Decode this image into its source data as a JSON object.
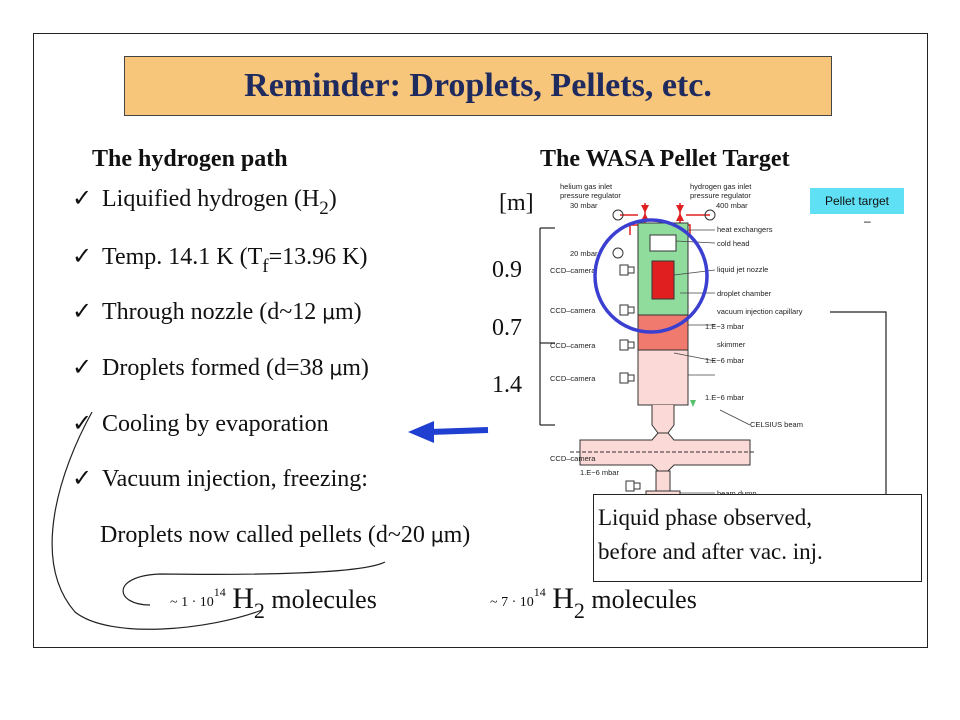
{
  "slide": {
    "title": "Reminder: Droplets, Pellets, etc.",
    "left_heading": "The hydrogen path",
    "right_heading": "The WASA Pellet Target",
    "bullets": [
      {
        "pre": "Liquified hydrogen (H",
        "sub": "2",
        "post": ")"
      },
      {
        "pre": "Temp. 14.1 K (T",
        "sub": "f",
        "post": "=13.96 K)"
      },
      {
        "pre": "Through nozzle (d~12 ",
        "mu": "μ",
        "post": "m)"
      },
      {
        "pre": "Droplets formed (d=38 ",
        "mu": "μ",
        "post": "m)"
      },
      {
        "pre": "Cooling by evaporation"
      },
      {
        "pre": "Vacuum injection, freezing:"
      }
    ],
    "pellet_line": {
      "pre": "Droplets now called pellets (d~20 ",
      "mu": "μ",
      "post": "m)"
    },
    "molecules_left": {
      "tilde": "~ 1 · 10",
      "exp": "14",
      "h": "H",
      "sub": "2",
      "word": " molecules"
    },
    "molecules_right": {
      "tilde": "~ 7 · 10",
      "exp": "14",
      "h": "H",
      "sub": "2",
      "word": " molecules"
    },
    "scale_unit": "[m]",
    "scale_values": [
      "0.9",
      "0.7",
      "1.4"
    ],
    "note_lines": [
      "Liquid phase observed,",
      "before and after vac. inj."
    ],
    "pill": "Pellet target",
    "pill_dash": "–",
    "diagram_labels": {
      "helium_inlet": "helium gas inlet",
      "press_reg_1": "pressure regulator",
      "mbar_30": "30 mbar",
      "hydrogen_inlet": "hydrogen gas inlet",
      "press_reg_2": "pressure regulator",
      "mbar_400": "400 mbar",
      "heat_ex": "heat exchangers",
      "mbar_20": "20 mbar",
      "cold_head": "cold head",
      "ccd1": "CCD–camera",
      "jet_nozzle": "liquid jet nozzle",
      "droplet_chamber": "droplet chamber",
      "ccd2": "CCD–camera",
      "vac_cap": "vacuum injection capillary",
      "e3": "1.E−3 mbar",
      "ccd3": "CCD–camera",
      "skimmer": "skimmer",
      "e6a": "1.E−6 mbar",
      "ccd4": "CCD–camera",
      "e6b": "1.E−6 mbar",
      "celsius": "CELSIUS beam",
      "ccd5": "CCD–camera",
      "e6c": "1.E−6 mbar",
      "beam_dump": "beam dump"
    },
    "colors": {
      "title_bg": "#f7c67a",
      "title_text": "#1f2a5e",
      "arrow": "#1f3fd0",
      "circle": "#3b3fd0",
      "pill": "#5fe0f5",
      "red": "#e02020",
      "green": "#56c06a"
    }
  }
}
